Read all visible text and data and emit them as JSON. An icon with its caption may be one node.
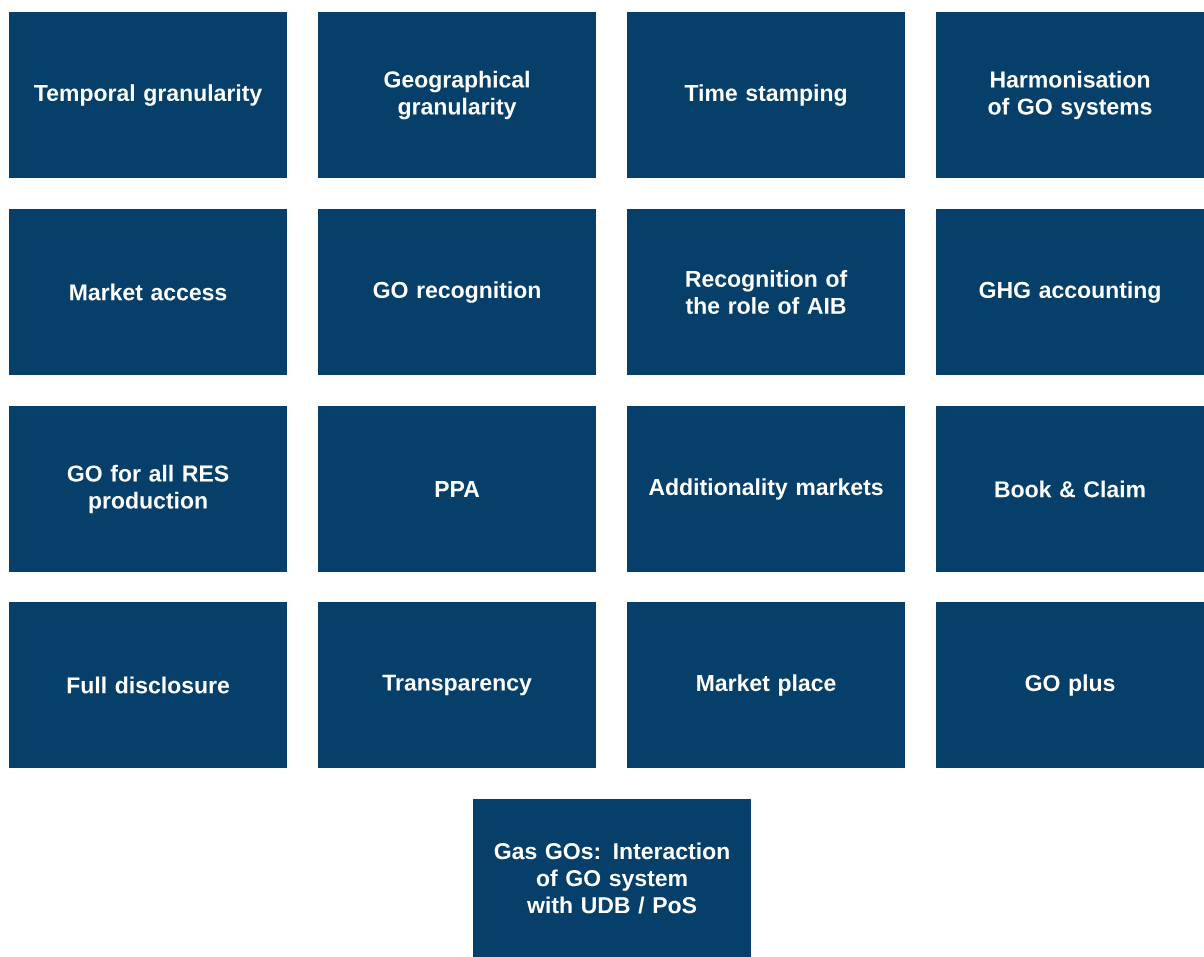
{
  "diagram": {
    "nodes": [
      {
        "text": [
          "Temporal granularity"
        ]
      },
      {
        "text": [
          "Geographical granularity"
        ]
      },
      {
        "text": [
          "Time stamping"
        ]
      },
      {
        "text": [
          "Harmonisation of GO systems"
        ]
      },
      {
        "text": [
          "Market access"
        ]
      },
      {
        "text": [
          "GO recognition"
        ]
      },
      {
        "text": [
          "Recognition of the role of AIB"
        ]
      },
      {
        "text": [
          "GHG accounting"
        ]
      },
      {
        "text": [
          "GO for all RES production"
        ]
      },
      {
        "text": [
          "PPA"
        ]
      },
      {
        "text": [
          "Additionality markets"
        ]
      },
      {
        "text": [
          "Book & Claim"
        ]
      },
      {
        "text": [
          "Full disclosure"
        ]
      },
      {
        "text": [
          "Transparency"
        ]
      },
      {
        "text": [
          "Market place"
        ]
      },
      {
        "text": [
          "GO plus"
        ]
      },
      {
        "text": [
          "Gas GOs: Interaction of GO system with UDB / PoS"
        ]
      }
    ]
  }
}
